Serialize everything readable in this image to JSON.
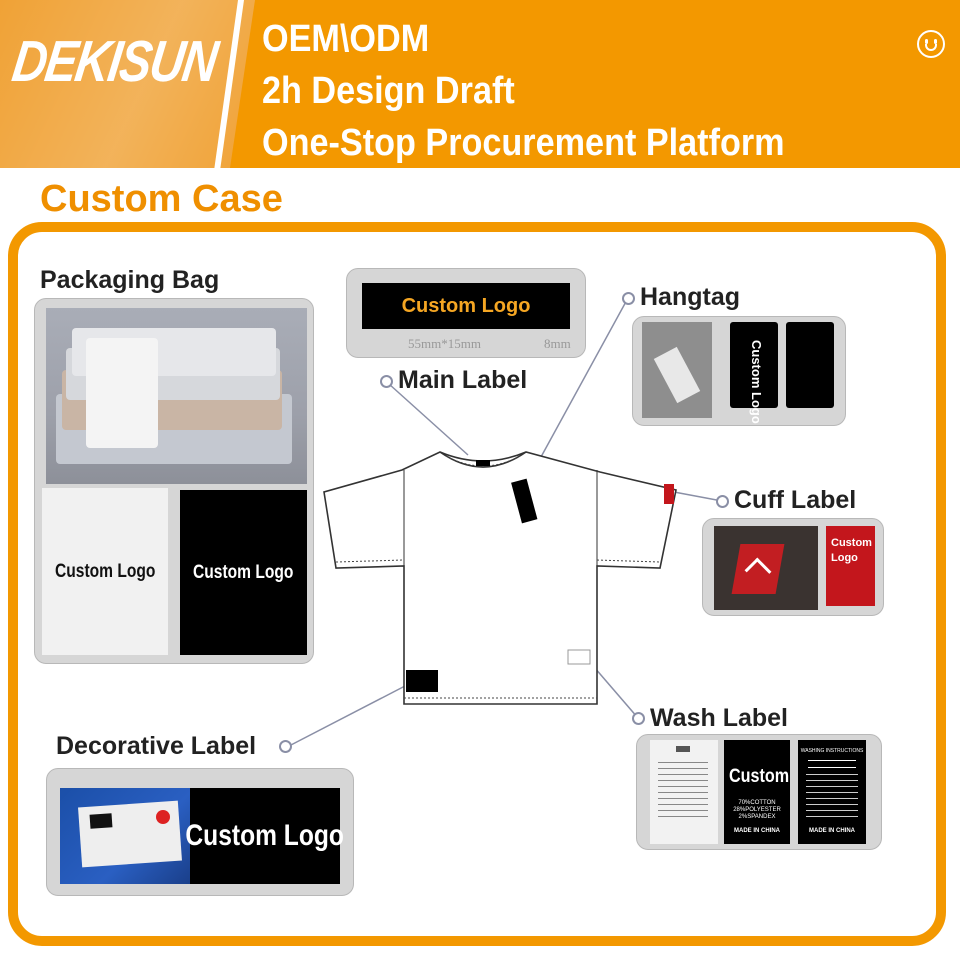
{
  "header": {
    "brand": "DEKISUN",
    "lines": [
      "OEM\\ODM",
      "2h Design Draft",
      "One-Stop Procurement Platform"
    ]
  },
  "section_title": "Custom Case",
  "labels": {
    "packaging_bag": "Packaging Bag",
    "main_label": "Main Label",
    "hangtag": "Hangtag",
    "cuff_label": "Cuff Label",
    "wash_label": "Wash Label",
    "decorative_label": "Decorative Label"
  },
  "samples": {
    "custom_logo": "Custom Logo",
    "custom": "Custom",
    "main_size": "55mm*15mm",
    "main_height": "8mm",
    "cuff_text": "Custom Logo",
    "wash_composition": [
      "70%COTTON",
      "28%POLYESTER",
      "2%SPANDEX"
    ],
    "made_in": "MADE IN CHINA",
    "wash_instructions_title": "WASHING INSTRUCTIONS"
  },
  "colors": {
    "brand_orange": "#f39800",
    "section_orange": "#ef8f00",
    "logo_gold": "#f5a623",
    "cuff_red": "#c3161c"
  }
}
